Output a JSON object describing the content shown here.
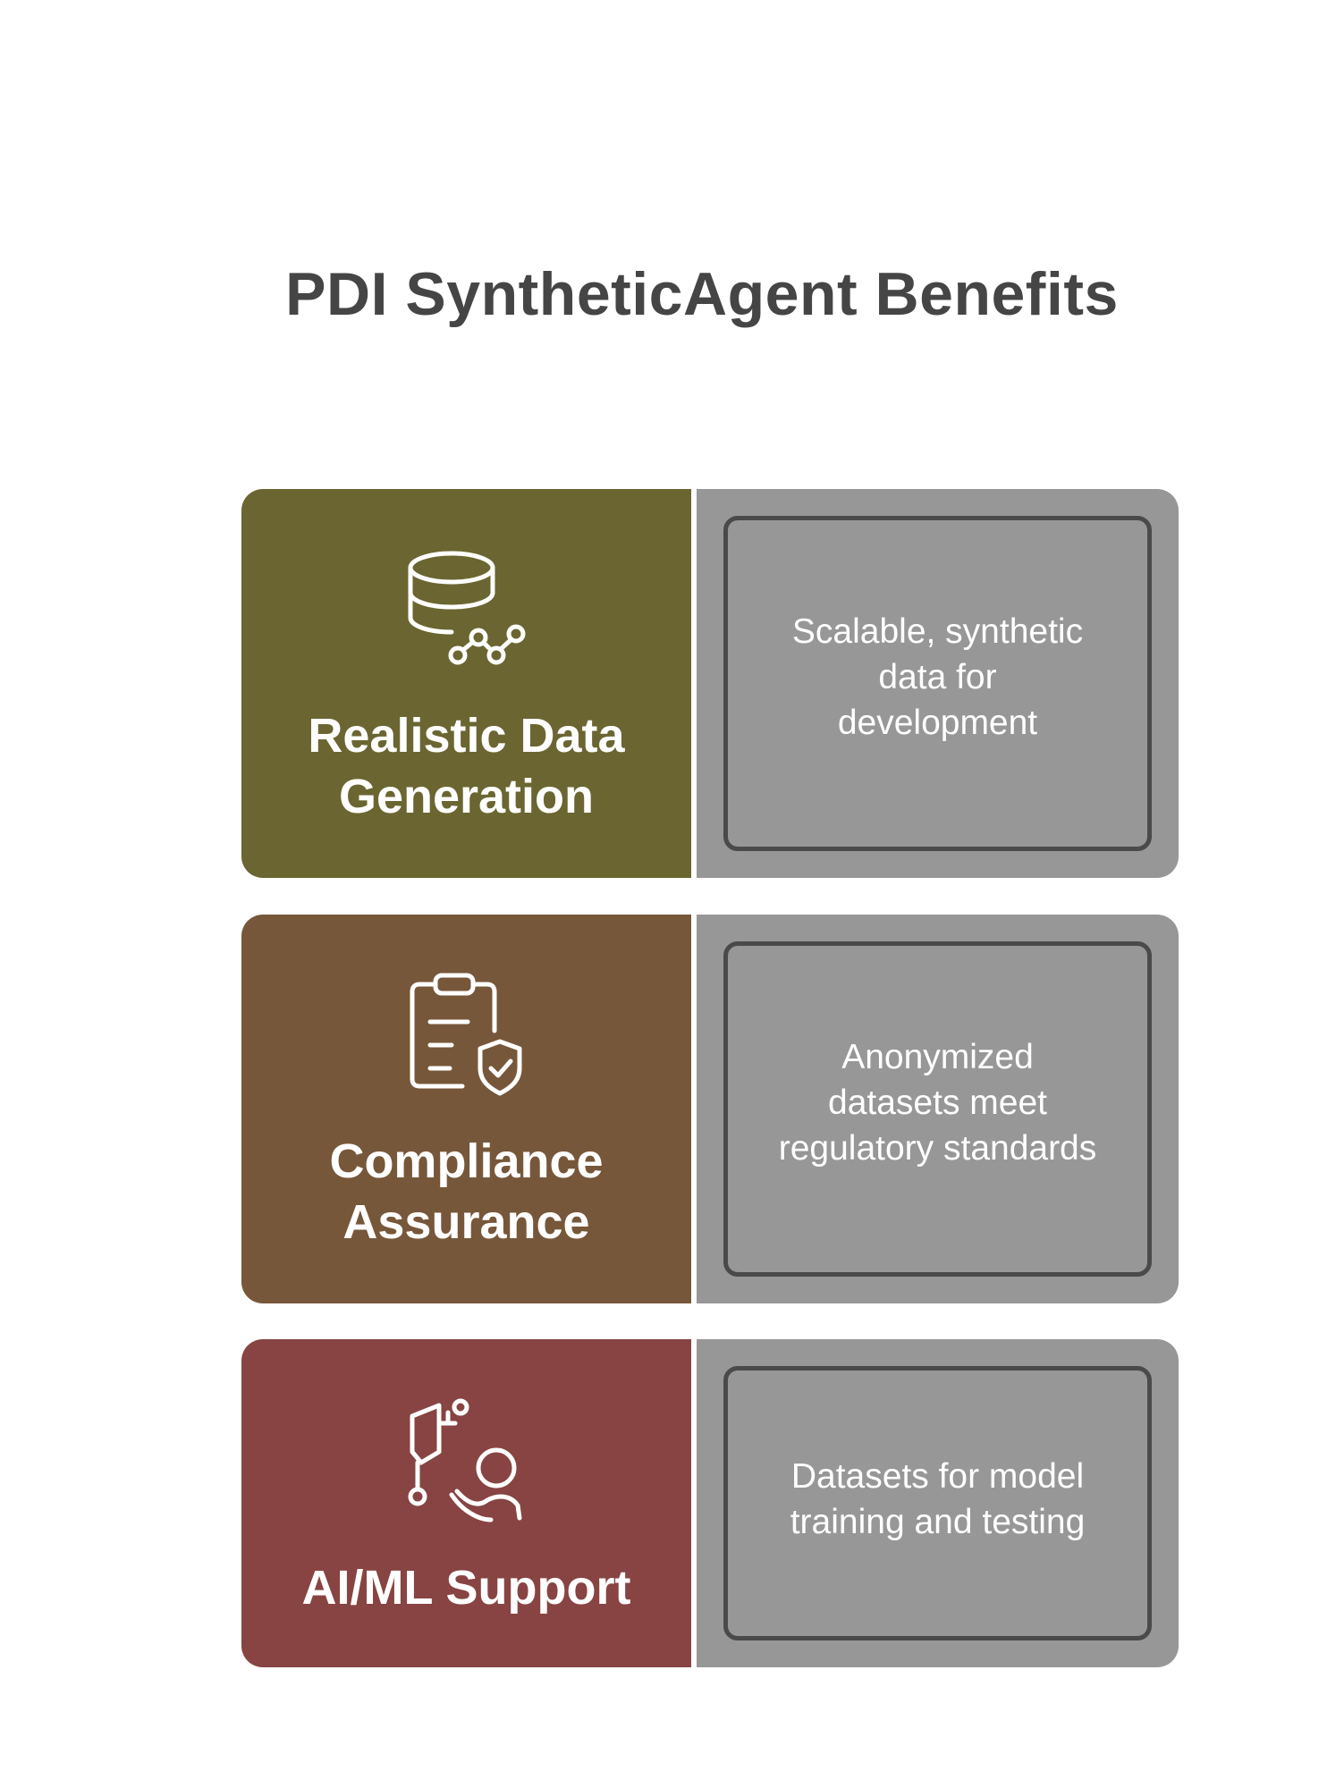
{
  "title": "PDI SyntheticAgent Benefits",
  "colors": {
    "row1": "#6b6531",
    "row2": "#77573a",
    "row3": "#874442",
    "panel_gray": "#979797",
    "box_border": "#4a4a4a",
    "title_text": "#454545"
  },
  "rows": [
    {
      "icon": "database-analytics-icon",
      "title_line1": "Realistic Data",
      "title_line2": "Generation",
      "desc_line1": "Scalable, synthetic",
      "desc_line2": "data for",
      "desc_line3": "development"
    },
    {
      "icon": "clipboard-shield-check-icon",
      "title_line1": "Compliance",
      "title_line2": "Assurance",
      "desc_line1": "Anonymized",
      "desc_line2": "datasets meet",
      "desc_line3": "regulatory standards"
    },
    {
      "icon": "ai-robot-person-icon",
      "title_line1": "AI/ML Support",
      "desc_line1": "Datasets for model",
      "desc_line2": "training and testing"
    }
  ]
}
